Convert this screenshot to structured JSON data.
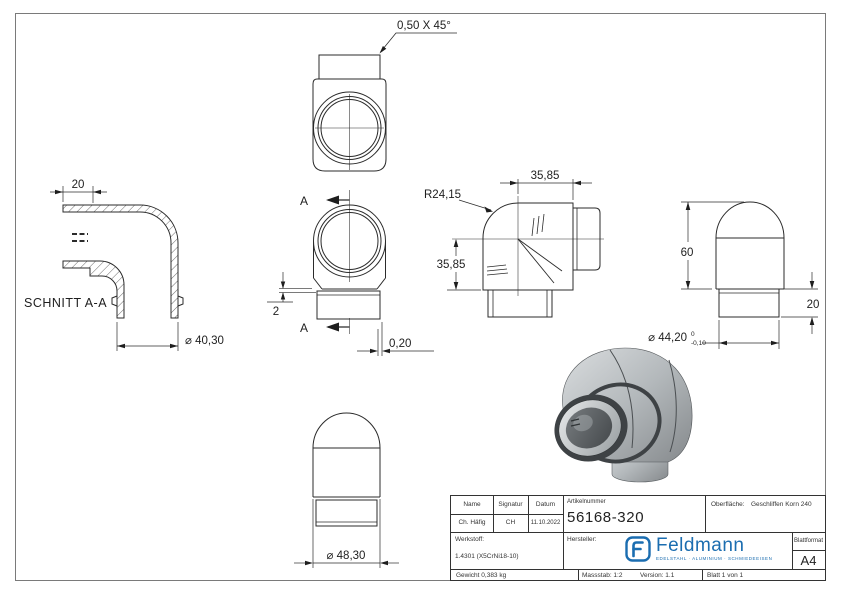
{
  "views": {
    "section_aa": {
      "label": "SCHNITT A-A",
      "dim_depth": "20",
      "dim_diameter": "⌀ 40,30"
    },
    "top": {
      "chamfer": "0,50 X 45°"
    },
    "front": {
      "cut_top": "A",
      "cut_bottom": "A",
      "dim_wall": "2",
      "dim_gap": "0,20"
    },
    "side": {
      "radius": "R24,15",
      "dim_horizontal": "35,85",
      "dim_vertical": "35,85"
    },
    "right": {
      "dim_height": "60",
      "dim_collar": "20",
      "dim_diameter": "⌀ 44,20",
      "tol_upper": "0",
      "tol_lower": "-0,10"
    },
    "bottom": {
      "dim_diameter": "⌀ 48,30"
    }
  },
  "title_block": {
    "headers": {
      "name": "Name",
      "signatur": "Signatur",
      "datum": "Datum",
      "artikelnummer": "Artikelnummer",
      "oberflaeche": "Oberfläche:",
      "werkstoff": "Werkstoff:",
      "hersteller": "Hersteller:",
      "blattformat": "Blattformat"
    },
    "values": {
      "name": "Ch. Häfig",
      "signatur": "CH",
      "datum": "11.10.2022",
      "artikelnummer": "56168-320",
      "oberflaeche": "Geschliffen Korn 240",
      "werkstoff": "1.4301 (X5CrNi18-10)",
      "blattformat": "A4",
      "gewicht": "Gewicht 0,383 kg",
      "massstab": "Massstab: 1:2",
      "version": "Version: 1.1",
      "blatt": "Blatt 1 von 1"
    },
    "logo": {
      "brand": "Feldmann",
      "tagline": "EDELSTAHL · ALUMINIUM · SCHMIEDEEISEN"
    }
  },
  "colors": {
    "line": "#2b2b2b",
    "logo_blue": "#1b6db0",
    "render_gray": "#b3b8bb"
  }
}
